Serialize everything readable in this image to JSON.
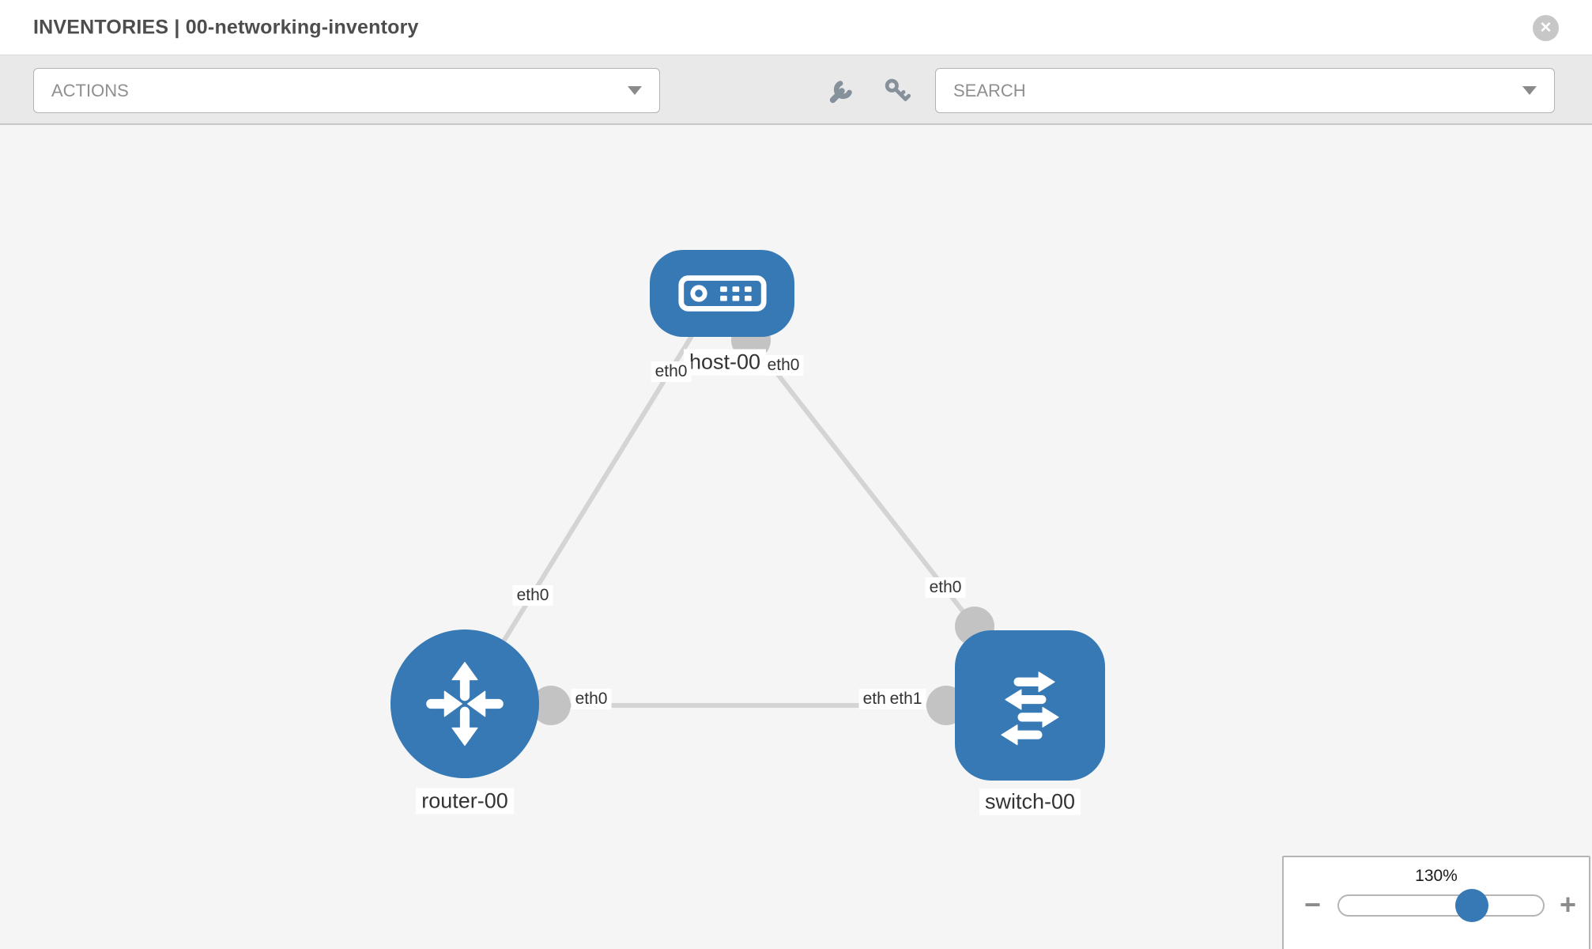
{
  "header": {
    "title": "INVENTORIES | 00-networking-inventory"
  },
  "icons": {
    "close": "✕",
    "minus": "−",
    "plus": "+"
  },
  "toolbar": {
    "actions_label": "ACTIONS",
    "search_label": "SEARCH"
  },
  "topology": {
    "nodes": [
      {
        "id": "host-00",
        "type": "host",
        "label": "host-00"
      },
      {
        "id": "router-00",
        "type": "router",
        "label": "router-00"
      },
      {
        "id": "switch-00",
        "type": "switch",
        "label": "switch-00"
      }
    ],
    "links": [
      {
        "from": "host-00",
        "from_if": "eth0",
        "to": "router-00",
        "to_if": "eth0"
      },
      {
        "from": "host-00",
        "from_if": "eth0",
        "to": "switch-00",
        "to_if": "eth0"
      },
      {
        "from": "router-00",
        "from_if": "eth0",
        "to": "switch-00",
        "to_if": "eth1"
      }
    ],
    "iface_labels": {
      "host_left": "eth0",
      "host_right": "eth0",
      "router_top": "eth0",
      "switch_top": "eth0",
      "router_right": "eth0",
      "switch_left_under": "eth0",
      "switch_left_over": "eth1"
    }
  },
  "zoom_control": {
    "value": "130%"
  },
  "colors": {
    "node_blue": "#3779b5",
    "link_gray": "#d4d4d4",
    "endpoint_gray": "#c3c3c3",
    "toolbar_icon_gray": "#87919b"
  }
}
